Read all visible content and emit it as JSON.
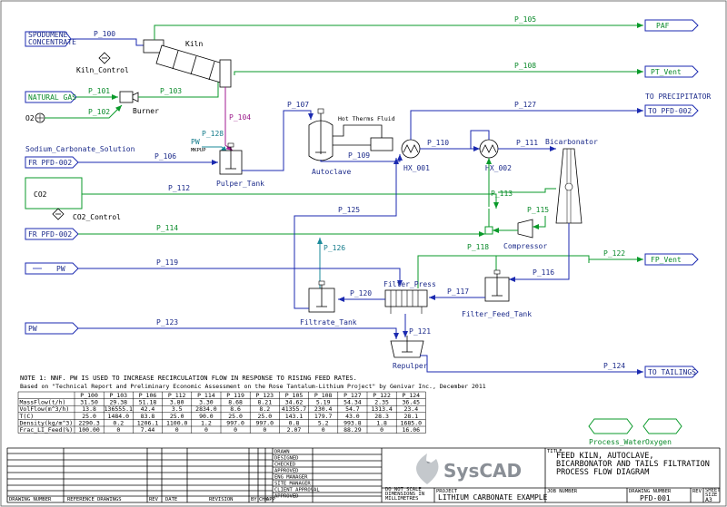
{
  "streams": {
    "p100": "P_100",
    "p101": "P_101",
    "p102": "P_102",
    "p103": "P_103",
    "p104": "P_104",
    "p105": "P_105",
    "p106": "P_106",
    "p107": "P_107",
    "p108": "P_108",
    "p109": "P_109",
    "p110": "P_110",
    "p111": "P_111",
    "p112": "P_112",
    "p113": "P_113",
    "p114": "P_114",
    "p115": "P_115",
    "p116": "P_116",
    "p117": "P_117",
    "p118": "P_118",
    "p119": "P_119",
    "p120": "P_120",
    "p121": "P_121",
    "p122": "P_122",
    "p123": "P_123",
    "p124": "P_124",
    "p125": "P_125",
    "p126": "P_126",
    "p127": "P_127",
    "p128": "P_128"
  },
  "labels": {
    "spodumene_1": "SPODUMENE",
    "spodumene_2": "CONCENTRATE",
    "kiln": "Kiln",
    "kiln_control": "Kiln_Control",
    "natural_gas": "NATURAL GAS",
    "burner": "Burner",
    "o2": "O2",
    "sodium_carbonate": "Sodium_Carbonate_Solution",
    "fr_pfd_002_a": "FR PFD-002",
    "co2": "CO2",
    "co2_control": "CO2_Control",
    "fr_pfd_002_b": "FR PFD-002",
    "pw_a": "PW",
    "pw_b": "PW",
    "pulper_tank": "Pulper_Tank",
    "pw_small": "PW",
    "makeup": "MKPUP",
    "autoclave": "Autoclave",
    "hot_therms": "Hot Therms Fluid",
    "hx001": "HX_001",
    "hx002": "HX_002",
    "bicarbonator": "Bicarbonator",
    "compressor": "Compressor",
    "filter_press": "Filter_Press",
    "filter_feed_tank": "Filter_Feed_Tank",
    "filtrate_tank": "Filtrate_Tank",
    "repulper": "Repulper",
    "process_water": "Process_Water",
    "oxygen": "Oxygen",
    "to_precipitator": "TO PRECIPITATOR"
  },
  "outlets": {
    "paf": "PAF",
    "pt_vent": "PT_Vent",
    "to_pfd_002": "TO PFD-002",
    "fp_vent": "FP_Vent",
    "to_tailings": "TO TAILINGS"
  },
  "note": {
    "line1": "NOTE 1: NNF.  PW IS USED TO INCREASE RECIRCULATION FLOW IN RESPONSE TO RISING FEED RATES.",
    "line2": "Based on \"Technical Report and Preliminary Economic Assessment on the Rose Tantalum-Lithium Project\" by Genivar Inc., December 2011"
  },
  "table": {
    "headers": [
      "",
      "P_100",
      "P_103",
      "P_106",
      "P_112",
      "P_114",
      "P_119",
      "P_123",
      "P_105",
      "P_108",
      "P_127",
      "P_122",
      "P_124"
    ],
    "rows": [
      [
        "MassFlow(t/h)",
        "31.50",
        "29.38",
        "51.18",
        "3.80",
        "3.30",
        "8.68",
        "8.21",
        "34.62",
        "5.19",
        "54.34",
        "2.35",
        "36.45"
      ],
      [
        "VolFlow(m^3/h)",
        "13.8",
        "136555.1",
        "42.4",
        "3.5",
        "2834.0",
        "8.6",
        "8.2",
        "41355.7",
        "230.4",
        "54.7",
        "1313.4",
        "23.4"
      ],
      [
        "T(C)",
        "25.0",
        "1484.0",
        "83.8",
        "25.0",
        "90.0",
        "25.0",
        "25.0",
        "143.1",
        "179.7",
        "43.0",
        "28.3",
        "28.1"
      ],
      [
        "Density(kg/m^3)",
        "2290.3",
        "0.2",
        "1206.1",
        "1100.0",
        "1.2",
        "997.0",
        "997.0",
        "0.8",
        "5.2",
        "993.8",
        "1.8",
        "1685.0"
      ],
      [
        "Frac_LI_Feed(%)",
        "100.00",
        "0",
        "7.44",
        "0",
        "0",
        "0",
        "0",
        "2.07",
        "0",
        "88.29",
        "0",
        "16.06"
      ]
    ]
  },
  "title_block": {
    "brand": "SysCAD",
    "title_lines": [
      "FEED KILN, AUTOCLAVE,",
      "BICARBONATOR AND TAILS FILTRATION",
      "PROCESS FLOW DIAGRAM"
    ],
    "project": "LITHIUM CARBONATE EXAMPLE",
    "drawing_no": "PFD-001",
    "size": "A3",
    "do_not_scale_1": "DO NOT SCALE",
    "do_not_scale_2": "DIMENSIONS IN",
    "do_not_scale_3": "MILLIMETRES",
    "col_drawing_number": "DRAWING NUMBER",
    "col_reference": "REFERENCE DRAWINGS",
    "col_rev": "REV",
    "col_date": "DATE",
    "col_revision": "REVISION",
    "col_by": "BY",
    "col_chk": "CHK",
    "col_app": "APP",
    "tb_title": "TITLE",
    "tb_project": "PROJECT",
    "tb_job": "JOB NUMBER",
    "tb_dwgno": "DRAWING NUMBER",
    "tb_rev": "REV",
    "tb_sheet": "SHEET",
    "tb_size": "SIZE",
    "roles": [
      "DRAWN",
      "DESIGNED",
      "CHECKED",
      "APPROVED",
      "ENG MANAGER",
      "SITE MANAGER",
      "CLIENT APPROVAL",
      "APPROVED"
    ]
  }
}
